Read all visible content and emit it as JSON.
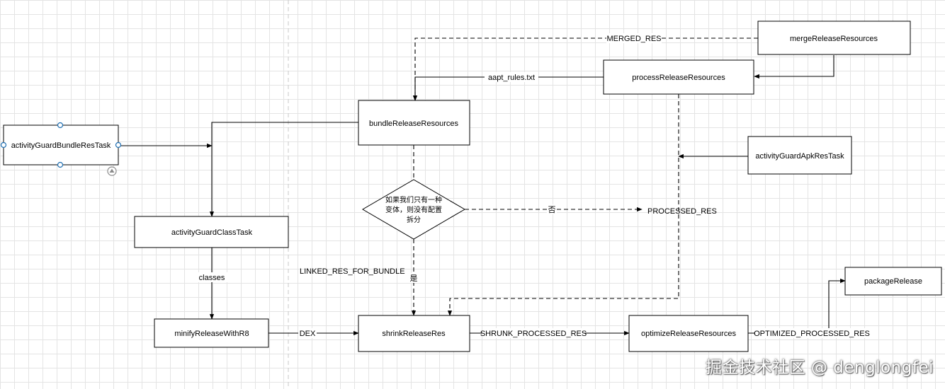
{
  "nodes": {
    "merge_release_resources": "mergeReleaseResources",
    "process_release_resources": "processReleaseResources",
    "bundle_release_resources": "bundleReleaseResources",
    "activity_guard_bundle_res_task": "activityGuardBundleResTask",
    "activity_guard_apk_res_task": "activityGuardApkResTask",
    "activity_guard_class_task": "activityGuardClassTask",
    "minify_release_with_r8": "minifyReleaseWithR8",
    "shrink_release_res": "shrinkReleaseRes",
    "optimize_release_resources": "optimizeReleaseResources",
    "package_release": "packageRelease"
  },
  "decision": {
    "lines": [
      "如果我们只有一种",
      "变体，则没有配置",
      "拆分"
    ],
    "no_label": "否",
    "yes_label": "是"
  },
  "edge_labels": {
    "merged_res": "MERGED_RES",
    "aapt_rules": "aapt_rules.txt",
    "processed_res": "PROCESSED_RES",
    "linked_res_for_bundle": "LINKED_RES_FOR_BUNDLE",
    "classes": "classes",
    "dex": "DEX",
    "shrunk_processed_res": "SHRUNK_PROCESSED_RES",
    "optimized_processed_res": "OPTIMIZED_PROCESSED_RES"
  },
  "watermark": "掘金技术社区 @ denglongfei"
}
